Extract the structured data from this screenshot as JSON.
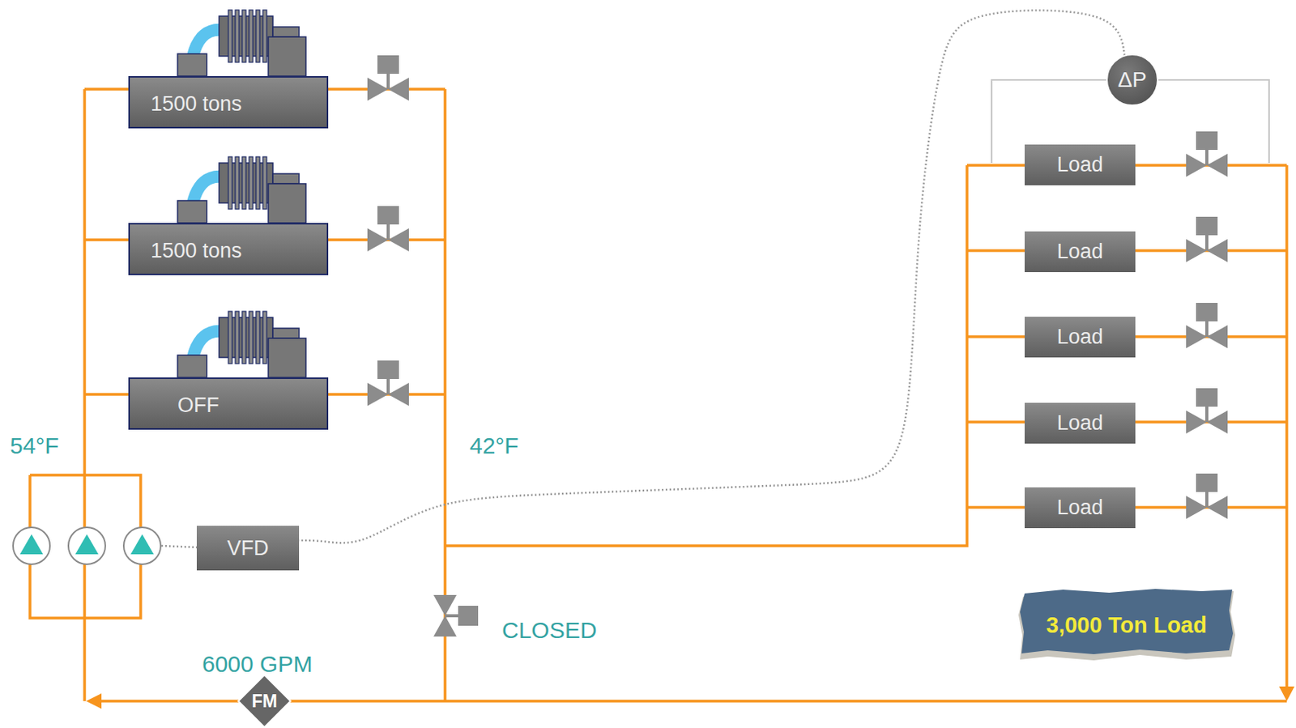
{
  "diagram": {
    "nodes": [
      {
        "text": [
          "1500 tons"
        ]
      },
      {
        "text": [
          "1500 tons"
        ]
      },
      {
        "text": [
          "OFF"
        ]
      },
      {
        "text": [
          "VFD"
        ]
      },
      {
        "text": [
          "FM"
        ]
      },
      {
        "text": [
          "ΔP"
        ]
      },
      {
        "text": [
          "Load"
        ]
      },
      {
        "text": [
          "Load"
        ]
      },
      {
        "text": [
          "Load"
        ]
      },
      {
        "text": [
          "Load"
        ]
      },
      {
        "text": [
          "Load"
        ]
      },
      {
        "text": [
          "3,000 Ton Load"
        ]
      }
    ],
    "edges": [
      {
        "from": 5,
        "to": 3,
        "arrow": "none"
      }
    ],
    "labels": [
      "54°F",
      "42°F",
      "CLOSED",
      "6000 GPM"
    ]
  }
}
